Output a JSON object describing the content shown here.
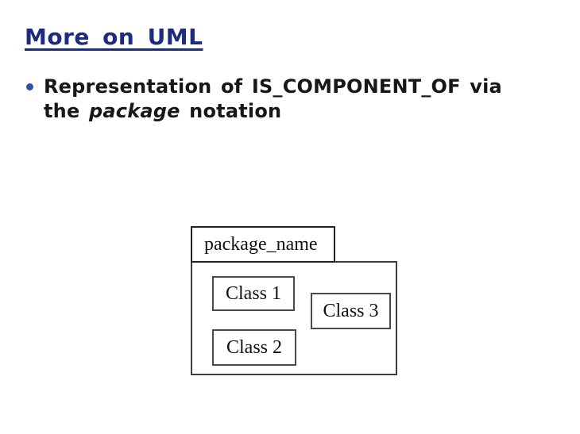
{
  "slide": {
    "title": "More on UML",
    "bullet": {
      "line1": "Representation of IS_COMPONENT_OF via",
      "line2_pre": "the ",
      "line2_italic": "package",
      "line2_post": " notation"
    }
  },
  "diagram": {
    "package_label": "package_name",
    "class_boxes": [
      {
        "label": "Class 1"
      },
      {
        "label": "Class 3"
      },
      {
        "label": "Class 2"
      }
    ]
  },
  "colors": {
    "title": "#1c2c7e",
    "bullet_dot": "#2f4fa2",
    "body_text": "#171717",
    "diagram_border": "#3c3c3c"
  }
}
